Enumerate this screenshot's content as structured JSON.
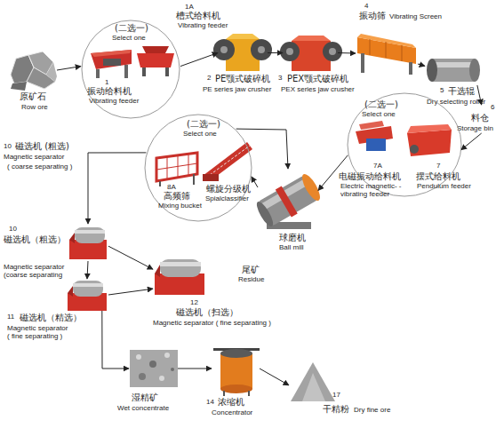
{
  "diagram": {
    "nodes": [
      {
        "text": [
          "原矿石",
          "Row ore"
        ]
      },
      {
        "text": [
          "(二选一)",
          "Select one"
        ]
      },
      {
        "text": [
          "1",
          "振动给料机",
          "Vibrating feeder"
        ],
        "in": 1
      },
      {
        "text": [
          "1A",
          "槽式给料机",
          "Vibrating feeder"
        ],
        "in": 1
      },
      {
        "text": [
          "2",
          "PE颚式破碎机",
          "PE series jaw crusher"
        ]
      },
      {
        "text": [
          "3",
          "PEX颚式破碎机",
          "PEX series jaw crusher"
        ]
      },
      {
        "text": [
          "4",
          "振动筛",
          "Vibrating Screen"
        ]
      },
      {
        "text": [
          "5",
          "干选辊",
          "Dry selecting roller"
        ]
      },
      {
        "text": [
          "6",
          "料仓",
          "Storage bin"
        ]
      },
      {
        "text": [
          "(二选一)",
          "Select one"
        ]
      },
      {
        "text": [
          "7A",
          "电磁振动给料机",
          "Electric magnetic- -vibrating feeder"
        ],
        "in": 9
      },
      {
        "text": [
          "7",
          "摆式给料机",
          "Pendulum feeder"
        ],
        "in": 9
      },
      {
        "text": [
          "球磨机",
          "Ball mill"
        ]
      },
      {
        "text": [
          "(二选一)",
          "Select one"
        ]
      },
      {
        "text": [
          "8A",
          "高频筛",
          "Mixing bucket"
        ],
        "in": 13
      },
      {
        "text": [
          "螺旋分级机",
          "Spialclassifier"
        ],
        "in": 13
      },
      {
        "text": [
          "10",
          "磁选机（粗选）",
          "Magnetic separator (coarse separating"
        ]
      },
      {
        "text": [
          "11",
          "磁选机（精选）",
          "Magnetic separator ( fine separating )"
        ]
      },
      {
        "text": [
          "12",
          "磁选机（扫选）",
          "Magnetic separator ( fine separating )"
        ]
      },
      {
        "text": [
          "湿精矿",
          "Wet concentrate"
        ]
      },
      {
        "text": [
          "14",
          "浓缩机",
          "Concentrator"
        ]
      },
      {
        "text": [
          "17",
          "干精粉",
          "Dry fine ore"
        ]
      }
    ],
    "edges": [
      {
        "from": 0,
        "to": 1,
        "arrow": "to"
      },
      {
        "from": 1,
        "to": 4,
        "arrow": "to"
      },
      {
        "from": 4,
        "to": 5,
        "arrow": "to"
      },
      {
        "from": 5,
        "to": 6,
        "arrow": "to"
      },
      {
        "from": 6,
        "to": 7,
        "arrow": "to"
      },
      {
        "from": 7,
        "to": 8,
        "arrow": "to"
      },
      {
        "from": 8,
        "to": 9,
        "arrow": "to"
      },
      {
        "from": 9,
        "to": 12,
        "arrow": "to"
      },
      {
        "from": 12,
        "to": 13,
        "arrow": "to"
      },
      {
        "from": 13,
        "to": 12,
        "arrow": "to"
      },
      {
        "from": 13,
        "to": 16,
        "arrow": "to"
      },
      {
        "from": 16,
        "to": 17,
        "arrow": "to"
      },
      {
        "from": 16,
        "to": 18,
        "arrow": "to"
      },
      {
        "from": 17,
        "to": 18,
        "arrow": "to"
      },
      {
        "from": 17,
        "to": 19,
        "arrow": "to"
      },
      {
        "from": 19,
        "to": 20,
        "arrow": "to"
      },
      {
        "from": 20,
        "to": 21,
        "arrow": "to"
      }
    ],
    "labels": [
      "10",
      "磁选机 (粗选)",
      "Magnetic separator",
      "( coarse separating )",
      "尾矿",
      "Residue"
    ]
  }
}
